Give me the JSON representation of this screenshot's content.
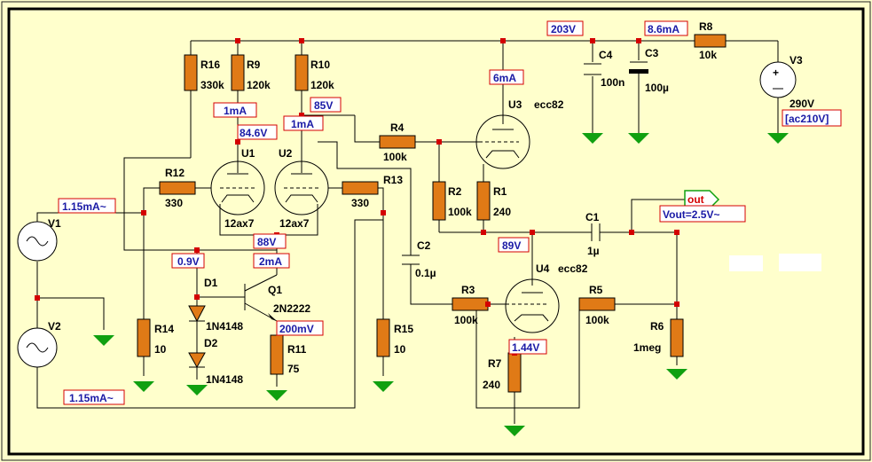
{
  "components": {
    "R16": {
      "name": "R16",
      "value": "330k"
    },
    "R9": {
      "name": "R9",
      "value": "120k"
    },
    "R10": {
      "name": "R10",
      "value": "120k"
    },
    "R4": {
      "name": "R4",
      "value": "100k"
    },
    "R2": {
      "name": "R2",
      "value": "100k"
    },
    "R1": {
      "name": "R1",
      "value": "240"
    },
    "R12": {
      "name": "R12",
      "value": "330"
    },
    "R13": {
      "name": "R13",
      "value": "330"
    },
    "R14": {
      "name": "R14",
      "value": "10"
    },
    "R15": {
      "name": "R15",
      "value": "10"
    },
    "R11": {
      "name": "R11",
      "value": "75"
    },
    "R3": {
      "name": "R3",
      "value": "100k"
    },
    "R5": {
      "name": "R5",
      "value": "100k"
    },
    "R6": {
      "name": "R6",
      "value": "1meg"
    },
    "R7": {
      "name": "R7",
      "value": "240"
    },
    "R8": {
      "name": "R8",
      "value": "10k"
    },
    "C1": {
      "name": "C1",
      "value": "1µ"
    },
    "C2": {
      "name": "C2",
      "value": "0.1µ"
    },
    "C3": {
      "name": "C3",
      "value": "100µ"
    },
    "C4": {
      "name": "C4",
      "value": "100n"
    },
    "U1": {
      "name": "U1",
      "value": "12ax7"
    },
    "U2": {
      "name": "U2",
      "value": "12ax7"
    },
    "U3": {
      "name": "U3",
      "value": "ecc82"
    },
    "U4": {
      "name": "U4",
      "value": "ecc82"
    },
    "Q1": {
      "name": "Q1",
      "value": "2N2222"
    },
    "D1": {
      "name": "D1",
      "value": "1N4148"
    },
    "D2": {
      "name": "D2",
      "value": "1N4148"
    },
    "V1": {
      "name": "V1"
    },
    "V2": {
      "name": "V2"
    },
    "V3": {
      "name": "V3",
      "value": "290V"
    }
  },
  "annotations": {
    "v203": "203V",
    "i86": "8.6mA",
    "i6": "6mA",
    "i1a": "1mA",
    "i1b": "1mA",
    "v846": "84.6V",
    "v85": "85V",
    "i115a": "1.15mA~",
    "i115b": "1.15mA~",
    "v88": "88V",
    "v09": "0.9V",
    "i2": "2mA",
    "v200m": "200mV",
    "v89": "89V",
    "v144": "1.44V",
    "ac210": "[ac210V]",
    "out": "out",
    "vout": "Vout=2.5V~"
  }
}
